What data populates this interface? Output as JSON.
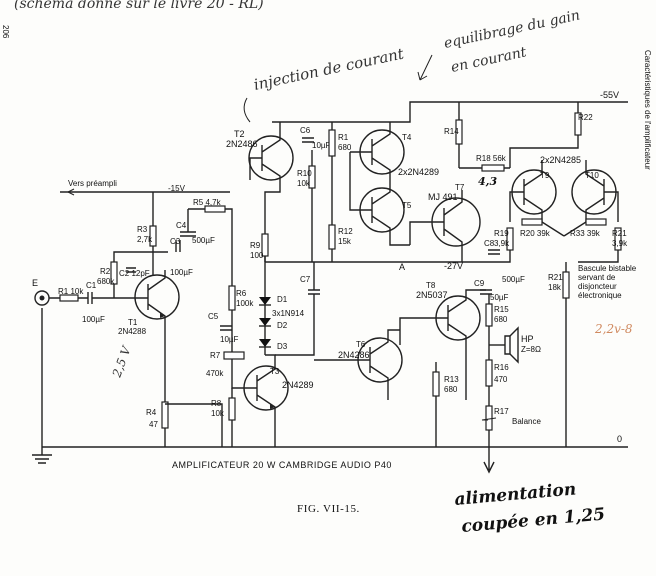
{
  "annotations": {
    "top_scribble": "(schéma donné sur le livre 20 - RL)",
    "injection": "injection de courant",
    "equilibrage_1": "equilibrage du gain",
    "equilibrage_2": "en courant",
    "value_2v8": "2,5 V",
    "value_2v2": "2,2v-8",
    "alim_1": "alimentation",
    "alim_2": "coupée en 1,25",
    "side_margin": "Caractéristiques de l'amplificateur",
    "page_num": "206"
  },
  "rails": {
    "neg55": "-55V",
    "neg15": "-15V",
    "neg27": "-27V",
    "zero": "0",
    "node_A": "A",
    "vers_preampli": "Vers préampli",
    "input": "E"
  },
  "components": {
    "R1": "R1 10k",
    "C1": "C1",
    "C1v": "100µF",
    "R2": "R2",
    "R2v": "680k",
    "C2": "C2 12pF",
    "R3": "R3",
    "R3v": "2,7k",
    "C3": "C3",
    "C3v": "100µF",
    "C4": "C4",
    "C4v": "500µF",
    "R5": "R5 4,7k",
    "T1": "T1",
    "T1v": "2N4288",
    "R4": "R4",
    "R4v": "47",
    "T2": "T2",
    "T2v": "2N2486",
    "C6": "C6",
    "C6v": "10µF",
    "R1b": "R1",
    "R1bv": "680",
    "R10": "R10",
    "R10v": "10k",
    "R9": "R9",
    "R9v": "100",
    "R6": "R6",
    "R6v": "100k",
    "C5": "C5",
    "C5v": "10µF",
    "R7": "R7",
    "R7v": "470k",
    "R8": "R8",
    "R8v": "10k",
    "D1": "D1",
    "D123": "3x1N914",
    "D2": "D2",
    "D3": "D3",
    "T3": "T3",
    "T3v": "2N4289",
    "C7": "C7",
    "R12": "R12",
    "R12v": "15k",
    "T4": "T4",
    "T45": "2x2N4289",
    "T5": "T5",
    "R14": "R14",
    "T7": "T7",
    "T7v": "MJ 491",
    "R18": "R18 56k",
    "T9": "T9",
    "T10": "T10",
    "T910": "2x2N4285",
    "R22": "R22",
    "R19": "R19",
    "R19v": "3,9k",
    "R20": "R20 39k",
    "R33": "R33 39k",
    "R21b": "R21",
    "R21bv": "3,9k",
    "C8": "C8",
    "C8v": "500µF",
    "C9": "C9",
    "C9v": "50µF",
    "T8": "T8",
    "T8v": "2N5037",
    "T6": "T6",
    "T6v": "2N4286",
    "R15": "R15",
    "R15v": "680",
    "R13": "R13",
    "R13v": "680",
    "R16": "R16",
    "R16v": "470",
    "R17": "R17",
    "balance": "Balance",
    "HP": "HP",
    "HPv": "Z=8Ω",
    "R21": "R21",
    "R21v": "18k",
    "bascule_1": "Bascule bistable",
    "bascule_2": "servant de",
    "bascule_3": "disjoncteur",
    "bascule_4": "électronique"
  },
  "caption": {
    "title": "AMPLIFICATEUR 20 W  CAMBRIDGE AUDIO P40",
    "figure": "FIG. VII-15."
  }
}
